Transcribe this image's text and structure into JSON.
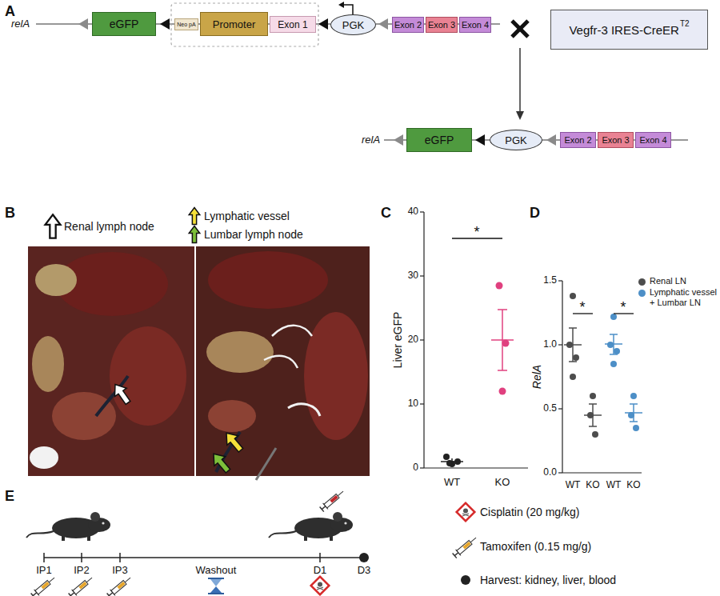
{
  "diagram": {
    "nodes": [
      {
        "text": [
          "eGFP"
        ]
      },
      {
        "text": [
          "Neo pA"
        ]
      },
      {
        "text": [
          "Promoter"
        ]
      },
      {
        "text": [
          "Exon 1"
        ]
      },
      {
        "text": [
          "PGK"
        ]
      },
      {
        "text": [
          "Exon 2"
        ]
      },
      {
        "text": [
          "Exon 3"
        ]
      },
      {
        "text": [
          "Exon 4"
        ]
      },
      {
        "text": [
          "Vegfr-3 IRES-CreER",
          "T2"
        ]
      },
      {
        "text": [
          "eGFP"
        ]
      },
      {
        "text": [
          "PGK"
        ]
      },
      {
        "text": [
          "Exon 2"
        ]
      },
      {
        "text": [
          "Exon 3"
        ]
      },
      {
        "text": [
          "Exon 4"
        ]
      }
    ],
    "labels": [
      "A",
      "relA",
      "relA",
      "B",
      "C",
      "40",
      "30",
      "20",
      "10",
      "0",
      "Liver eGFP",
      "WT",
      "KO",
      "*",
      "D",
      "1.5",
      "1.0",
      "0.5",
      "0.0",
      "RelA",
      "WT",
      "KO",
      "WT",
      "KO",
      "*",
      "*",
      "E",
      "IP1",
      "IP2",
      "IP3",
      "Washout",
      "D1",
      "D3"
    ],
    "legend": [
      {
        "text": "Renal lymph node"
      },
      {
        "text": "Lymphatic vessel"
      },
      {
        "text": "Lumbar lymph node"
      },
      {
        "text": "Renal LN",
        "color": "#4d4d4d"
      },
      {
        "text": "Lymphatic vessel + Lumbar LN",
        "color": "#4d8fc7"
      },
      {
        "text": "Cisplatin (20 mg/kg)"
      },
      {
        "text": "Tamoxifen (0.15 mg/g)"
      },
      {
        "text": "Harvest: kidney, liver, blood"
      }
    ]
  }
}
